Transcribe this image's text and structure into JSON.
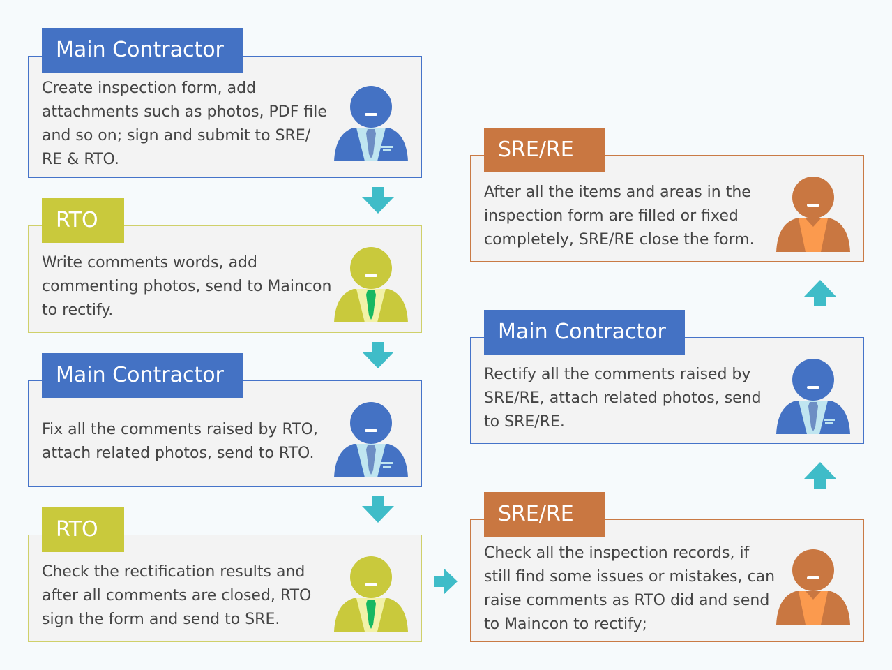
{
  "steps": [
    {
      "role": "Main Contractor",
      "text": "Create inspection form, add attachments such as photos, PDF file and so on; sign and submit to SRE/ RE & RTO."
    },
    {
      "role": "RTO",
      "text": "Write comments words, add commenting photos, send to Maincon to rectify."
    },
    {
      "role": "Main Contractor",
      "text": "Fix all the comments raised by RTO, attach related photos, send to RTO."
    },
    {
      "role": "RTO",
      "text": "Check the rectification results and after all comments are closed, RTO sign the form and send to SRE."
    },
    {
      "role": "SRE/RE",
      "text": "Check all the inspection records, if still find some issues or mistakes, can raise comments as RTO did and send to Maincon to rectify;"
    },
    {
      "role": "Main Contractor",
      "text": "Rectify all the comments raised by SRE/RE, attach related photos, send to SRE/RE."
    },
    {
      "role": "SRE/RE",
      "text": "After all the items and areas in the inspection form are filled or fixed completely, SRE/RE close the form."
    }
  ],
  "icons": {
    "person": "person-icon",
    "arrow": "arrow-icon"
  },
  "colors": {
    "main_contractor": "#4472c4",
    "rto": "#c9c93c",
    "sre_re": "#c97741",
    "arrow": "#3fbcc8",
    "box_bg": "#f3f3f3"
  }
}
